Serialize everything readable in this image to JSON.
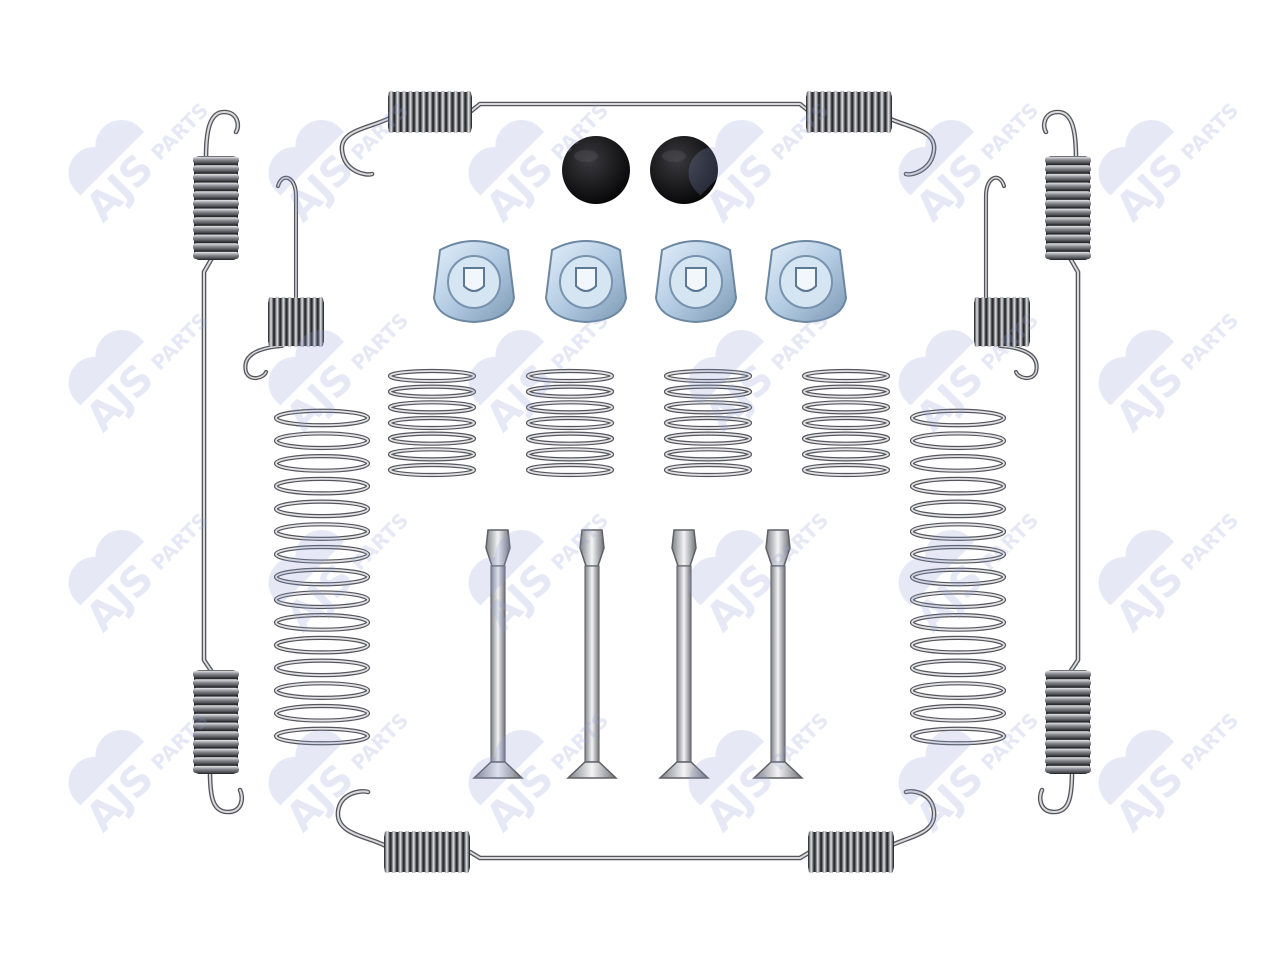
{
  "photo": {
    "subject": "brake-shoe-accessory-kit",
    "background_color": "#ffffff",
    "metal_color": "#9a9aa0",
    "metal_dark_color": "#55565c",
    "cap_color": "#0c0c0e",
    "clip_color": "#b9d3ea"
  },
  "watermark": {
    "brand_text": "AJS",
    "tag_text": "PARTS",
    "color": "#8f9fd6",
    "opacity": 0.22
  },
  "parts": {
    "return_spring_count": 4,
    "side_strut_count": 2,
    "small_hook_spring_count": 2,
    "cap_count": 2,
    "retainer_clip_count": 4,
    "short_spring_count": 4,
    "long_spring_count": 2,
    "hold_down_pin_count": 4
  }
}
